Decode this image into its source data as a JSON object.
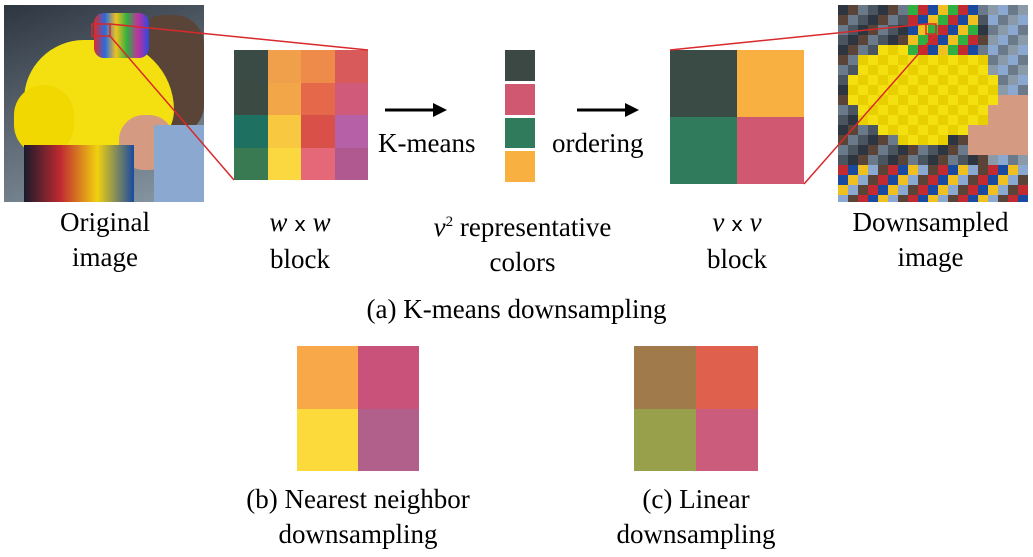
{
  "labels": {
    "original_line1": "Original",
    "original_line2": "image",
    "wblock_var": "w",
    "wblock_x": "x",
    "wblock_var2": "w",
    "wblock_line2": "block",
    "rep_var": "v",
    "rep_sup": "2",
    "rep_rest": " representative",
    "rep_line2": "colors",
    "vblock_var": "v",
    "vblock_x": "x",
    "vblock_var2": "v",
    "vblock_line2": "block",
    "down_line1": "Downsampled",
    "down_line2": "image",
    "kmeans": "K-means",
    "ordering": "ordering"
  },
  "captions": {
    "a": "(a) K-means downsampling",
    "b_line1": "(b) Nearest neighbor",
    "b_line2": "downsampling",
    "c_line1": "(c) Linear",
    "c_line2": "downsampling"
  },
  "colors": {
    "zoom_line": "#d8292b",
    "w_block": [
      "#3a4a44",
      "#f0a04a",
      "#ee8a4a",
      "#d85a5a",
      "#3c4a44",
      "#f2a648",
      "#e6684a",
      "#d05a7a",
      "#1e7060",
      "#f8c840",
      "#d85048",
      "#b660a8",
      "#3a7a52",
      "#fcd840",
      "#e46878",
      "#b05890"
    ],
    "palette": [
      "#3c4844",
      "#d05870",
      "#2f7b5c",
      "#f8b040"
    ],
    "v_block": [
      "#3a4a44",
      "#f8b040",
      "#2f7b5c",
      "#d05870"
    ],
    "nn_block": [
      "#f8a848",
      "#c8527a",
      "#fcda3c",
      "#b0608a"
    ],
    "linear_block": [
      "#a07a4a",
      "#e0604e",
      "#98a04c",
      "#cc5c7c"
    ]
  }
}
